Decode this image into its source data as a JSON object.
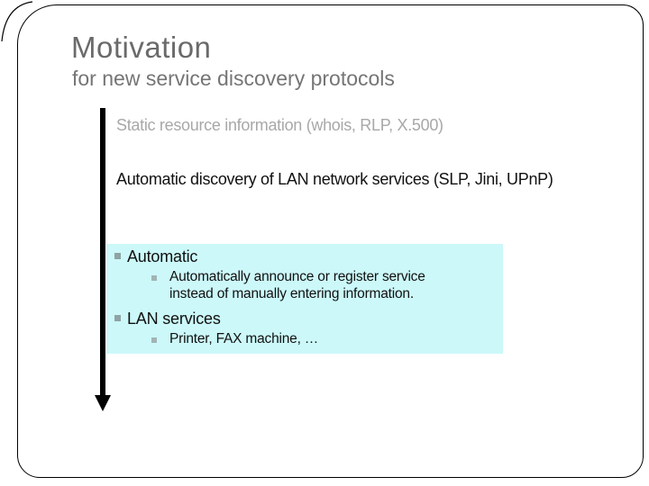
{
  "slide": {
    "title": "Motivation",
    "subtitle": "for new service discovery protocols",
    "intro": [
      {
        "text": "Static resource information (whois, RLP, X.500)"
      },
      {
        "text": "Automatic discovery of LAN network services (SLP, Jini, UPnP)"
      }
    ],
    "box": {
      "items": [
        {
          "label": "Automatic",
          "sub": "Automatically announce or register service instead of manually entering information."
        },
        {
          "label": "LAN services",
          "sub": "Printer, FAX machine, …"
        }
      ]
    }
  },
  "colors": {
    "frame_border": "#000000",
    "title": "#6a6a6a",
    "subtitle": "#757575",
    "muted_line": "#a8a8a8",
    "body_text": "#111111",
    "highlight_bg": "#ccf8f9",
    "bullet_l1": "#8fa3a3",
    "bullet_l2": "#a2b4b4",
    "arrow": "#000000"
  }
}
